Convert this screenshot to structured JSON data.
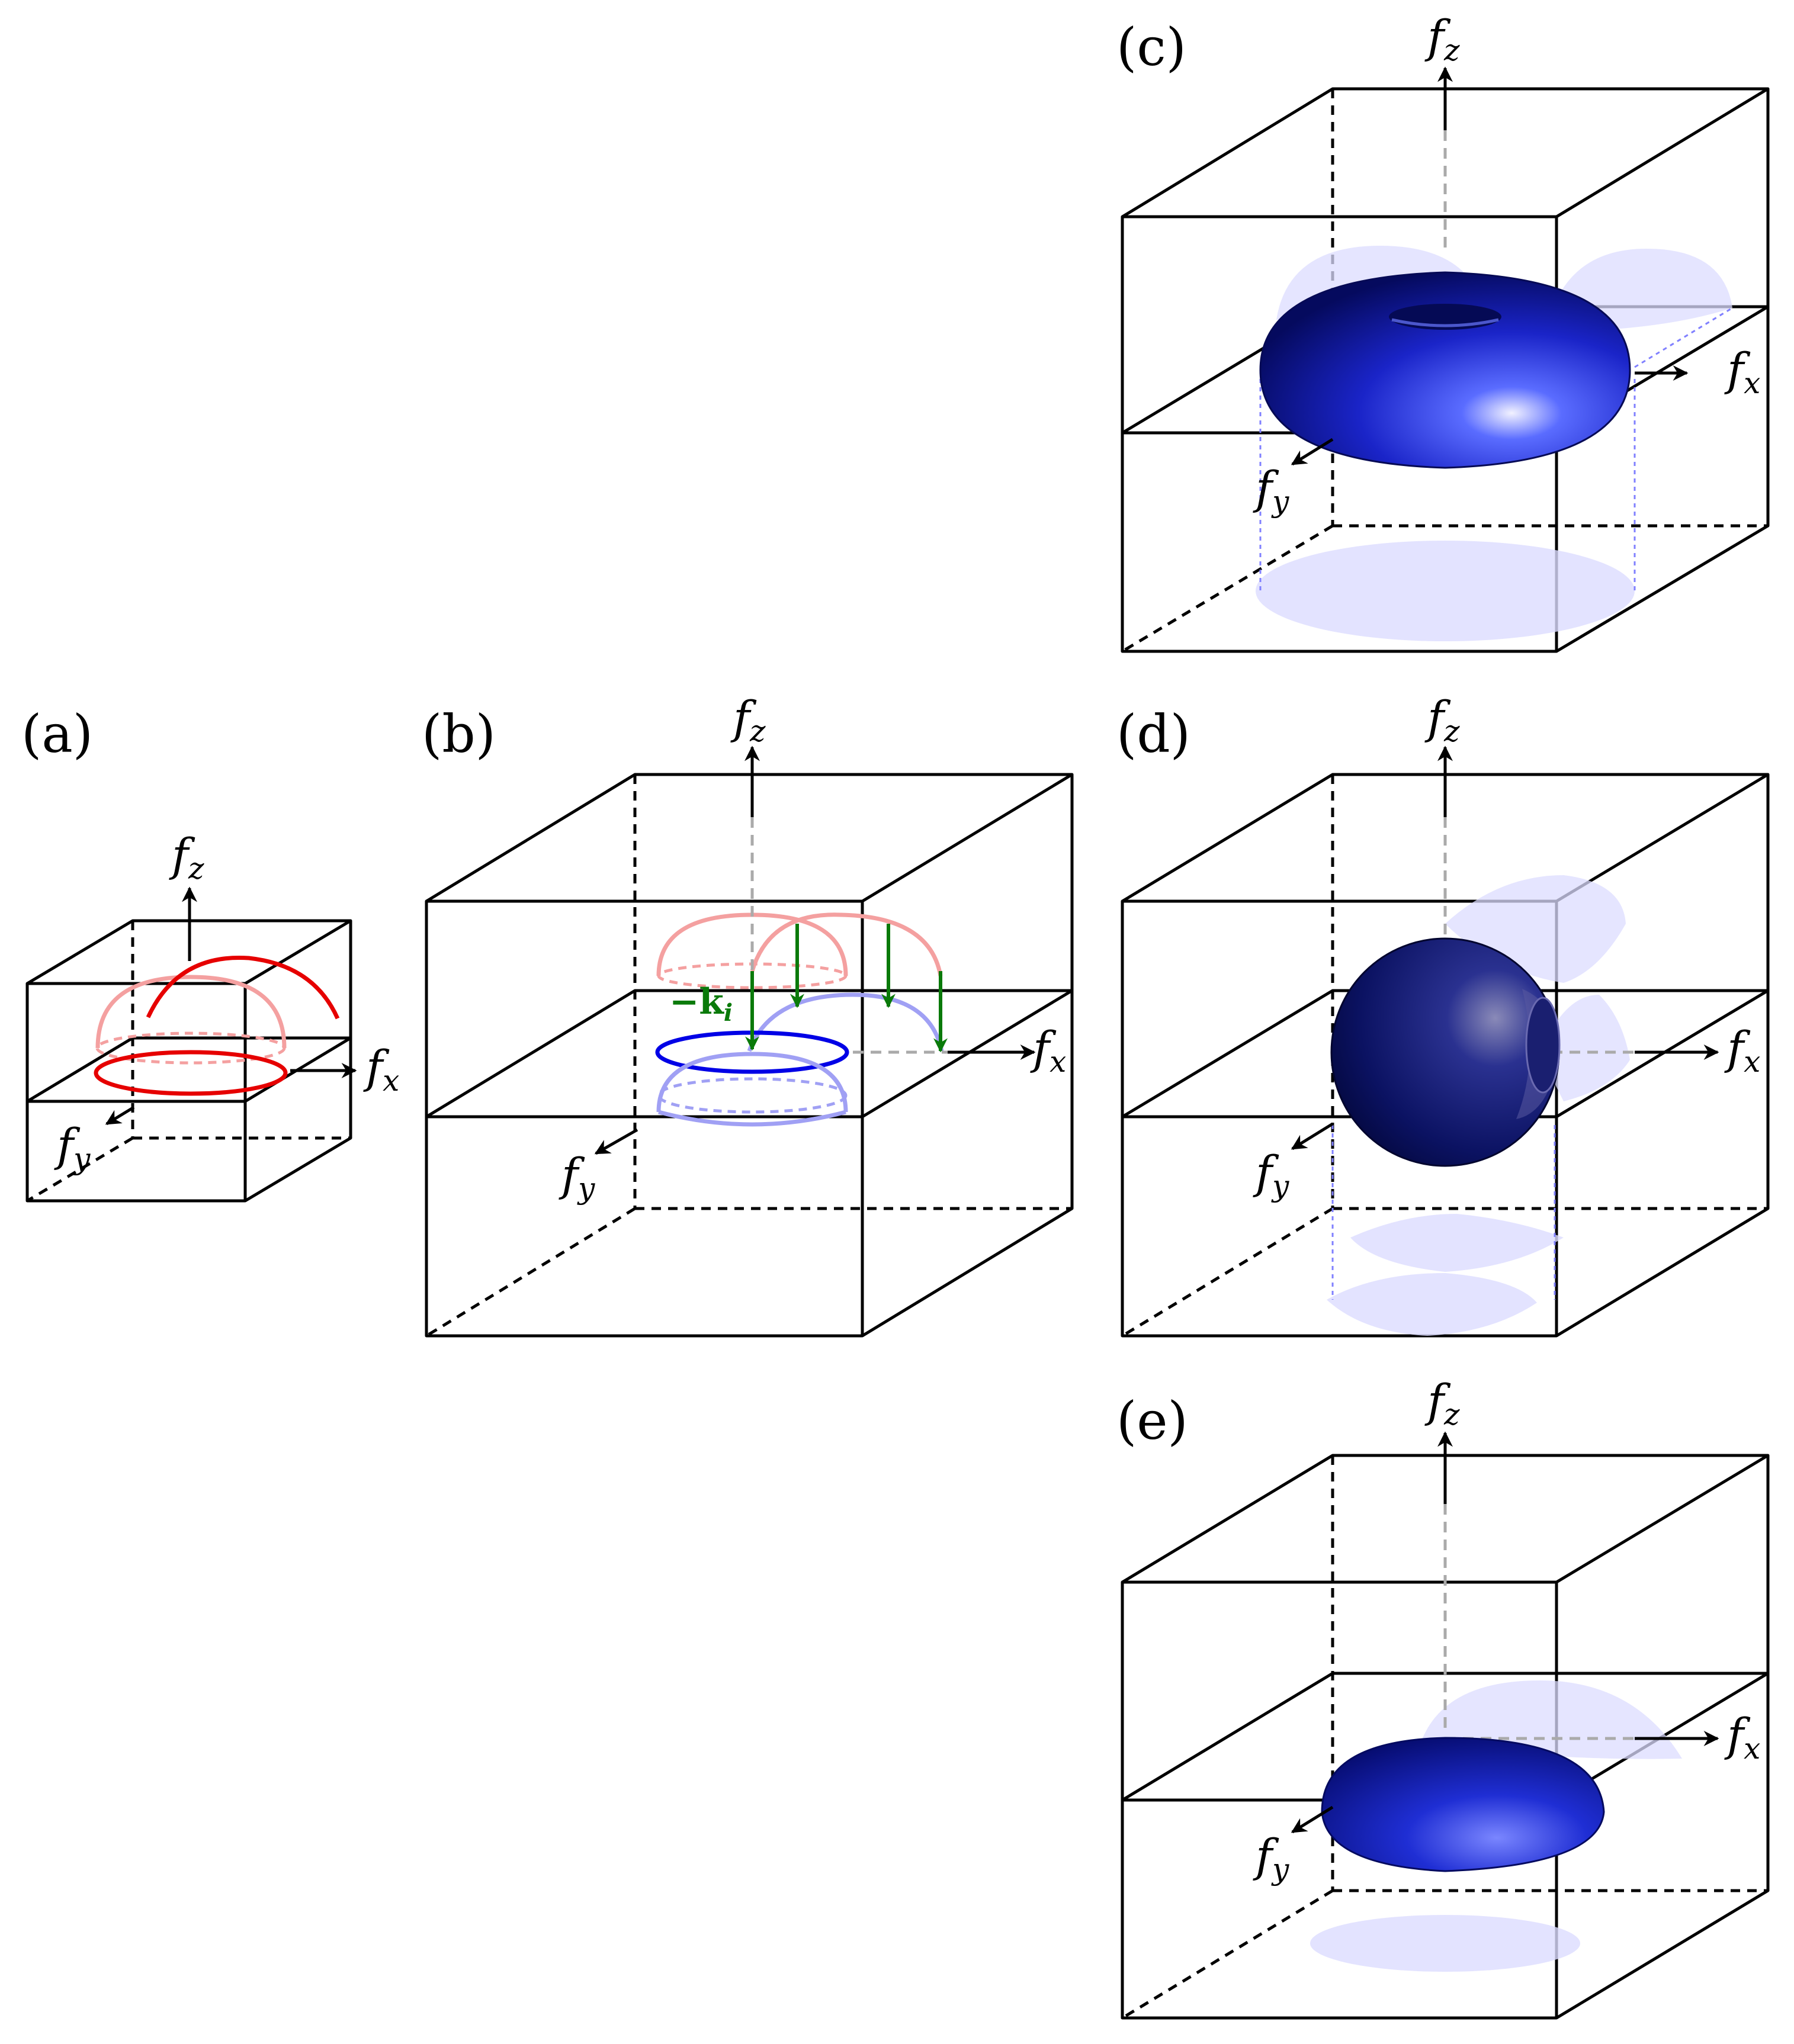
{
  "panels": [
    {
      "id": "a",
      "label": "(a)"
    },
    {
      "id": "b",
      "label": "(b)"
    },
    {
      "id": "c",
      "label": "(c)"
    },
    {
      "id": "d",
      "label": "(d)"
    },
    {
      "id": "e",
      "label": "(e)"
    }
  ],
  "axes": {
    "fz": {
      "base": "f",
      "sub": "z"
    },
    "fx": {
      "base": "f",
      "sub": "x"
    },
    "fy": {
      "base": "f",
      "sub": "y"
    }
  },
  "wave_vector_label": "−k",
  "wave_vector_sub": "i",
  "colors": {
    "incident_red": "#e60000",
    "faded_red": "#f4a0a0",
    "scattered_blue": "#0000e6",
    "faded_blue": "#a0a0f4",
    "projection_fill": "#dcdcff",
    "solid_blue_dark": "#000b55",
    "solid_blue_mid": "#0f1fb8",
    "arrow_green": "#0a7a0a"
  }
}
